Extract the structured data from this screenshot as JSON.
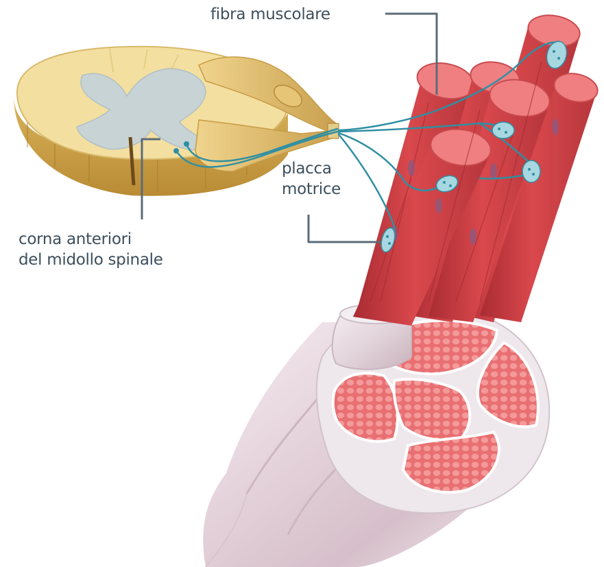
{
  "labels": {
    "muscle_fiber": "fibra muscolare",
    "motor_plate_line1": "placca",
    "motor_plate_line2": "motrice",
    "anterior_horns_line1": "corna anteriori",
    "anterior_horns_line2": "del midollo spinale"
  },
  "colors": {
    "label_text": "#3d4f5c",
    "leader_line": "#5b6b77",
    "nerve": "#2f8fa3",
    "spinal_white_matter": "#f3dfa0",
    "spinal_gray_matter": "#c7d3d5",
    "muscle_fiber": "#d9484c",
    "muscle_fiber_cut": "#ef7f80",
    "perimysium": "#e9e2e6"
  }
}
